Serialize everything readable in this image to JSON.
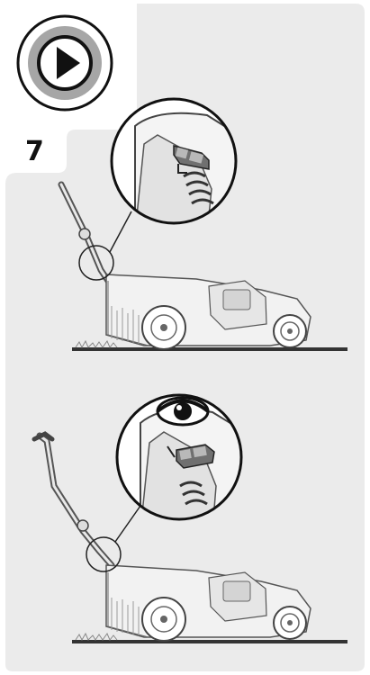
{
  "page": {
    "background_color": "#ebebeb",
    "accent_color": "#9a9a9a",
    "ink_color": "#111111"
  },
  "step": {
    "number": "7"
  },
  "icons": {
    "play": "play-icon",
    "eye": "eye-icon"
  },
  "illustrations": [
    {
      "name": "lawn-mower-handle-raised",
      "detail": "height-lever-close-up"
    },
    {
      "name": "lawn-mower-handle-lowered",
      "detail": "height-lever-close-up"
    }
  ]
}
